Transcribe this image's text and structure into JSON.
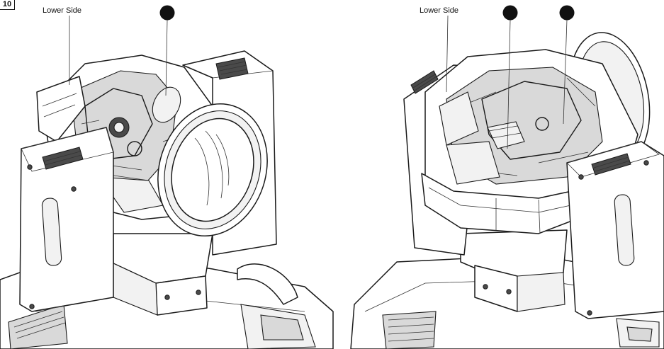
{
  "figure": {
    "tag": "10",
    "left_view": {
      "callout_label": "Lower Side",
      "marker_count": 1
    },
    "right_view": {
      "callout_label": "Lower Side",
      "marker_count": 2
    }
  },
  "colors": {
    "ink": "#1a1a1a",
    "marker": "#111111",
    "shade": "#d9d9d9"
  }
}
